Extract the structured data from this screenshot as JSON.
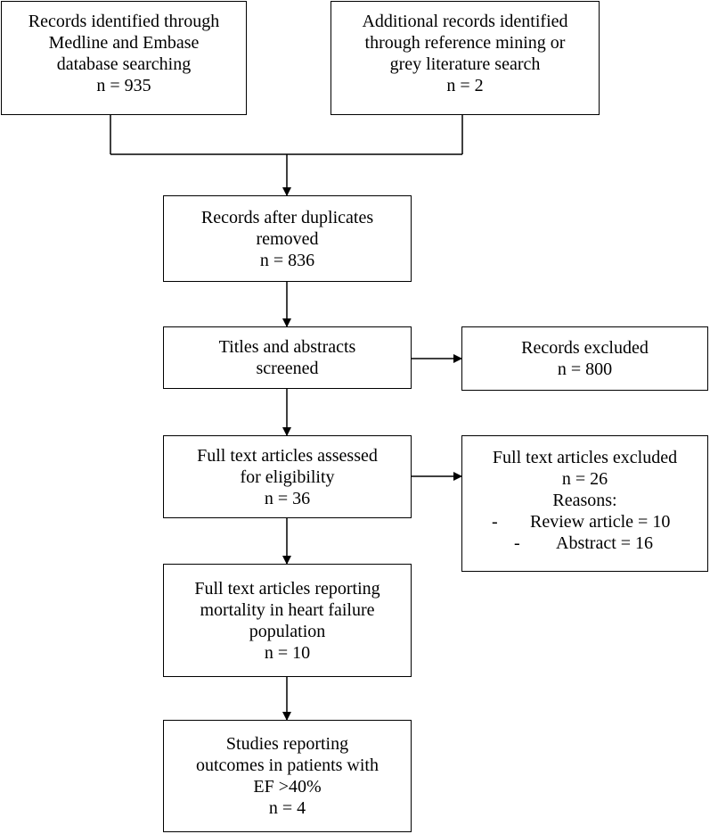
{
  "boxes": {
    "identified_db": {
      "lines": [
        "Records identified through",
        "Medline and Embase",
        "database searching",
        "n = 935"
      ]
    },
    "identified_other": {
      "lines": [
        "Additional records identified",
        "through reference mining or",
        "grey literature search",
        "n = 2"
      ]
    },
    "after_duplicates": {
      "lines": [
        "Records after duplicates",
        "removed",
        "n = 836"
      ]
    },
    "screened": {
      "lines": [
        "Titles and abstracts",
        "screened"
      ]
    },
    "records_excluded": {
      "lines": [
        "Records excluded",
        "n = 800"
      ]
    },
    "full_text_assessed": {
      "lines": [
        "Full text articles assessed",
        "for eligibility",
        "n = 36"
      ]
    },
    "full_text_excluded": {
      "lines": [
        "Full text articles excluded",
        "n = 26",
        "Reasons:"
      ],
      "reasons": [
        {
          "bullet": "-",
          "text": "Review article = 10"
        },
        {
          "bullet": "-",
          "text": "Abstract = 16"
        }
      ]
    },
    "mortality_reporting": {
      "lines": [
        "Full text articles reporting",
        "mortality in heart failure",
        "population",
        "n = 10"
      ]
    },
    "ef_outcomes": {
      "lines": [
        "Studies reporting",
        "outcomes in patients with",
        "EF >40%",
        "n = 4"
      ]
    }
  }
}
